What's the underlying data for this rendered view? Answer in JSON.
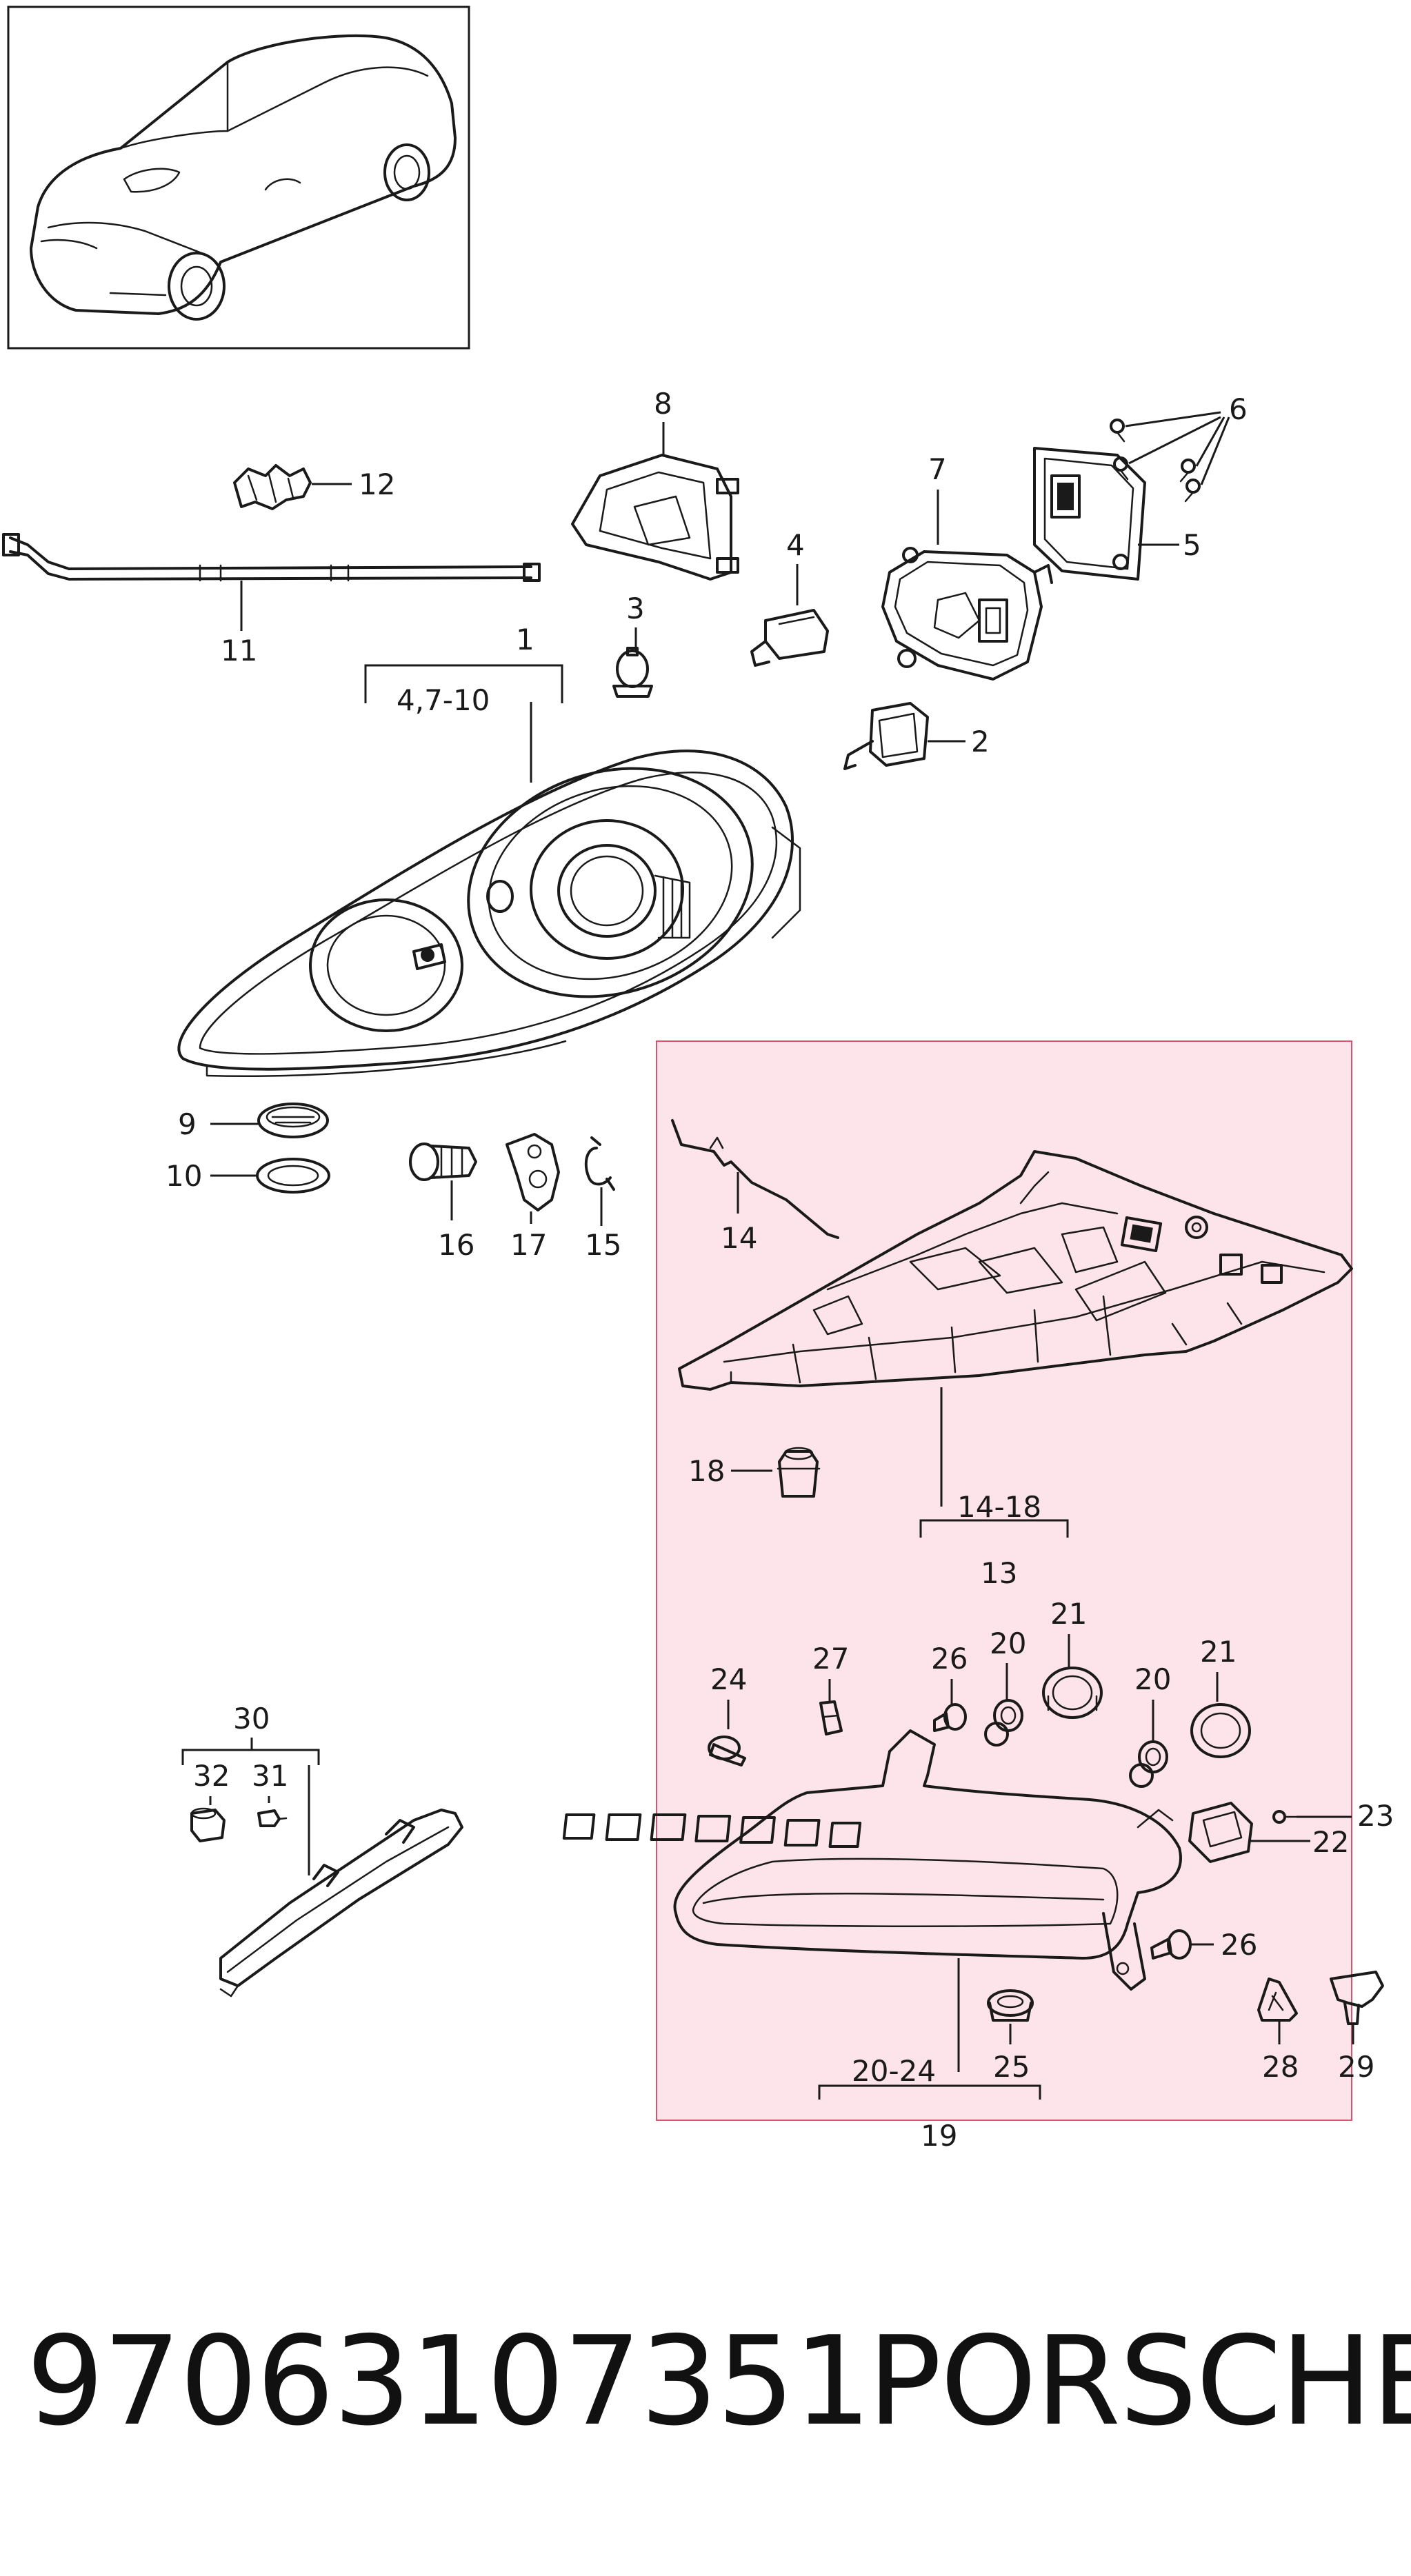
{
  "footer": {
    "part_number": "97063107351",
    "brand": "PORSCHE"
  },
  "callouts": {
    "c1": "1",
    "c1_range": "4,7-10",
    "c2": "2",
    "c3": "3",
    "c4": "4",
    "c5": "5",
    "c6": "6",
    "c7": "7",
    "c8": "8",
    "c9": "9",
    "c10": "10",
    "c11": "11",
    "c12": "12",
    "c13": "13",
    "c13_range": "14-18",
    "c14": "14",
    "c15": "15",
    "c16": "16",
    "c17": "17",
    "c18": "18",
    "c19": "19",
    "c19_range": "20-24",
    "c20a": "20",
    "c20b": "20",
    "c21a": "21",
    "c21b": "21",
    "c22": "22",
    "c23": "23",
    "c24": "24",
    "c25": "25",
    "c26a": "26",
    "c26b": "26",
    "c27": "27",
    "c28": "28",
    "c29": "29",
    "c30": "30",
    "c31": "31",
    "c32": "32"
  },
  "colors": {
    "highlight_fill": "#fde3ea",
    "highlight_border": "#d9546e",
    "line": "#1a1a1a"
  },
  "icons": [
    "vehicle-thumbnail",
    "headlight-assembly",
    "fog-light-assembly",
    "side-marker-light"
  ]
}
